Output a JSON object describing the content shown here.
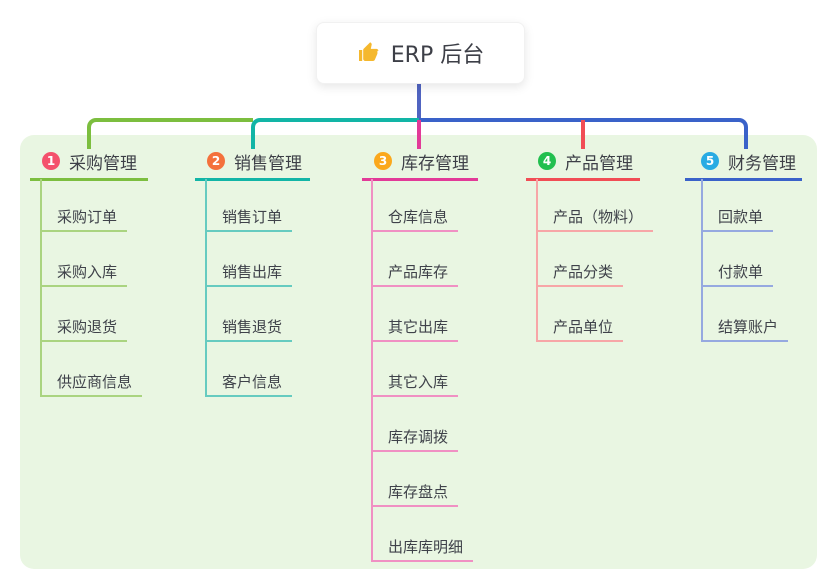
{
  "root": {
    "label": "ERP 后台",
    "icon": "thumbs-up"
  },
  "branches": [
    {
      "index": "1",
      "label": "采购管理",
      "color": "#7cbe3f",
      "thin_color": "#aad480",
      "badge_color": "#f4516c",
      "children": [
        "采购订单",
        "采购入库",
        "采购退货",
        "供应商信息"
      ]
    },
    {
      "index": "2",
      "label": "销售管理",
      "color": "#12b5a6",
      "thin_color": "#66cbc0",
      "badge_color": "#f4713c",
      "children": [
        "销售订单",
        "销售出库",
        "销售退货",
        "客户信息"
      ]
    },
    {
      "index": "3",
      "label": "库存管理",
      "color": "#e23a98",
      "thin_color": "#f090c3",
      "badge_color": "#fba81c",
      "children": [
        "仓库信息",
        "产品库存",
        "其它出库",
        "其它入库",
        "库存调拨",
        "库存盘点",
        "出库库明细"
      ]
    },
    {
      "index": "4",
      "label": "产品管理",
      "color": "#f14d55",
      "thin_color": "#f7a6a7",
      "badge_color": "#22bf4f",
      "children": [
        "产品（物料）",
        "产品分类",
        "产品单位"
      ]
    },
    {
      "index": "5",
      "label": "财务管理",
      "color": "#3a62c9",
      "thin_color": "#96a9e0",
      "badge_color": "#29abe3",
      "children": [
        "回款单",
        "付款单",
        "结算账户"
      ]
    }
  ],
  "colors": {
    "page_background": "#ffffff",
    "map_background": "#e9f6e2",
    "root_connector": "#5064c1",
    "text": "#3d3f47",
    "thumb_icon": "#f5b82e"
  }
}
